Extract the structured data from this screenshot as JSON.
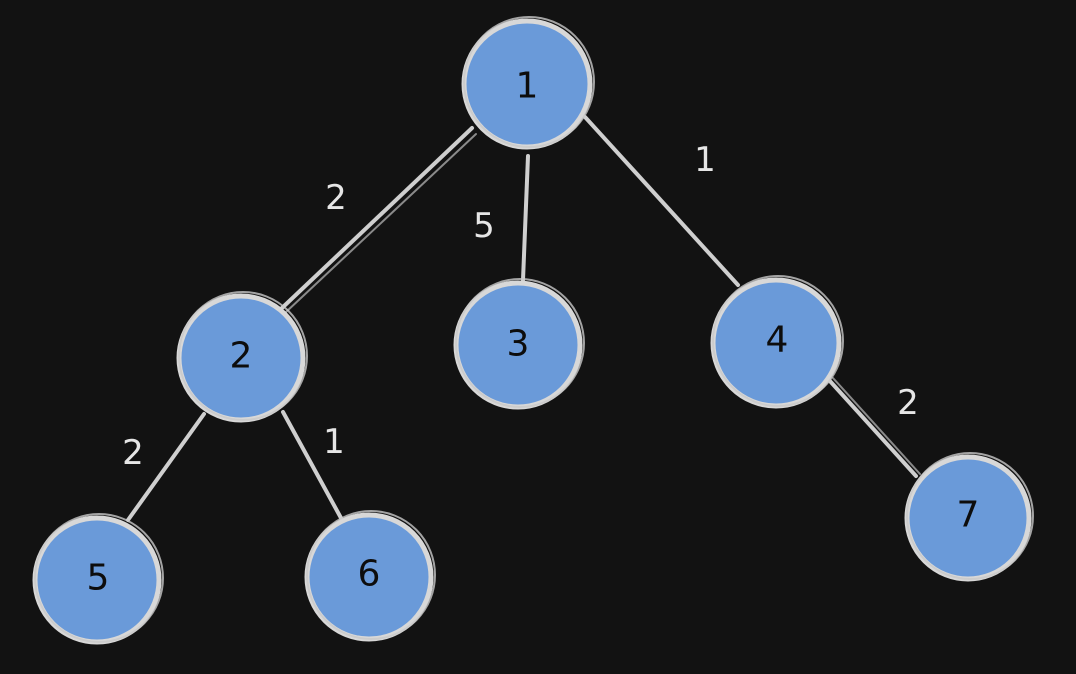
{
  "colors": {
    "background": "#121212",
    "node_fill": "#6a9ad9",
    "node_stroke": "#d8d8d8",
    "edge": "#cfcfcf",
    "weight_text": "#e6e6e6",
    "node_text": "#0d0d0d"
  },
  "nodes": [
    {
      "id": "n1",
      "label": "1"
    },
    {
      "id": "n2",
      "label": "2"
    },
    {
      "id": "n3",
      "label": "3"
    },
    {
      "id": "n4",
      "label": "4"
    },
    {
      "id": "n5",
      "label": "5"
    },
    {
      "id": "n6",
      "label": "6"
    },
    {
      "id": "n7",
      "label": "7"
    }
  ],
  "edges": [
    {
      "id": "e1-2",
      "from": "1",
      "to": "2",
      "weight": "2"
    },
    {
      "id": "e1-3",
      "from": "1",
      "to": "3",
      "weight": "5"
    },
    {
      "id": "e1-4",
      "from": "1",
      "to": "4",
      "weight": "1"
    },
    {
      "id": "e2-5",
      "from": "2",
      "to": "5",
      "weight": "2"
    },
    {
      "id": "e2-6",
      "from": "2",
      "to": "6",
      "weight": "1"
    },
    {
      "id": "e4-7",
      "from": "4",
      "to": "7",
      "weight": "2"
    }
  ]
}
